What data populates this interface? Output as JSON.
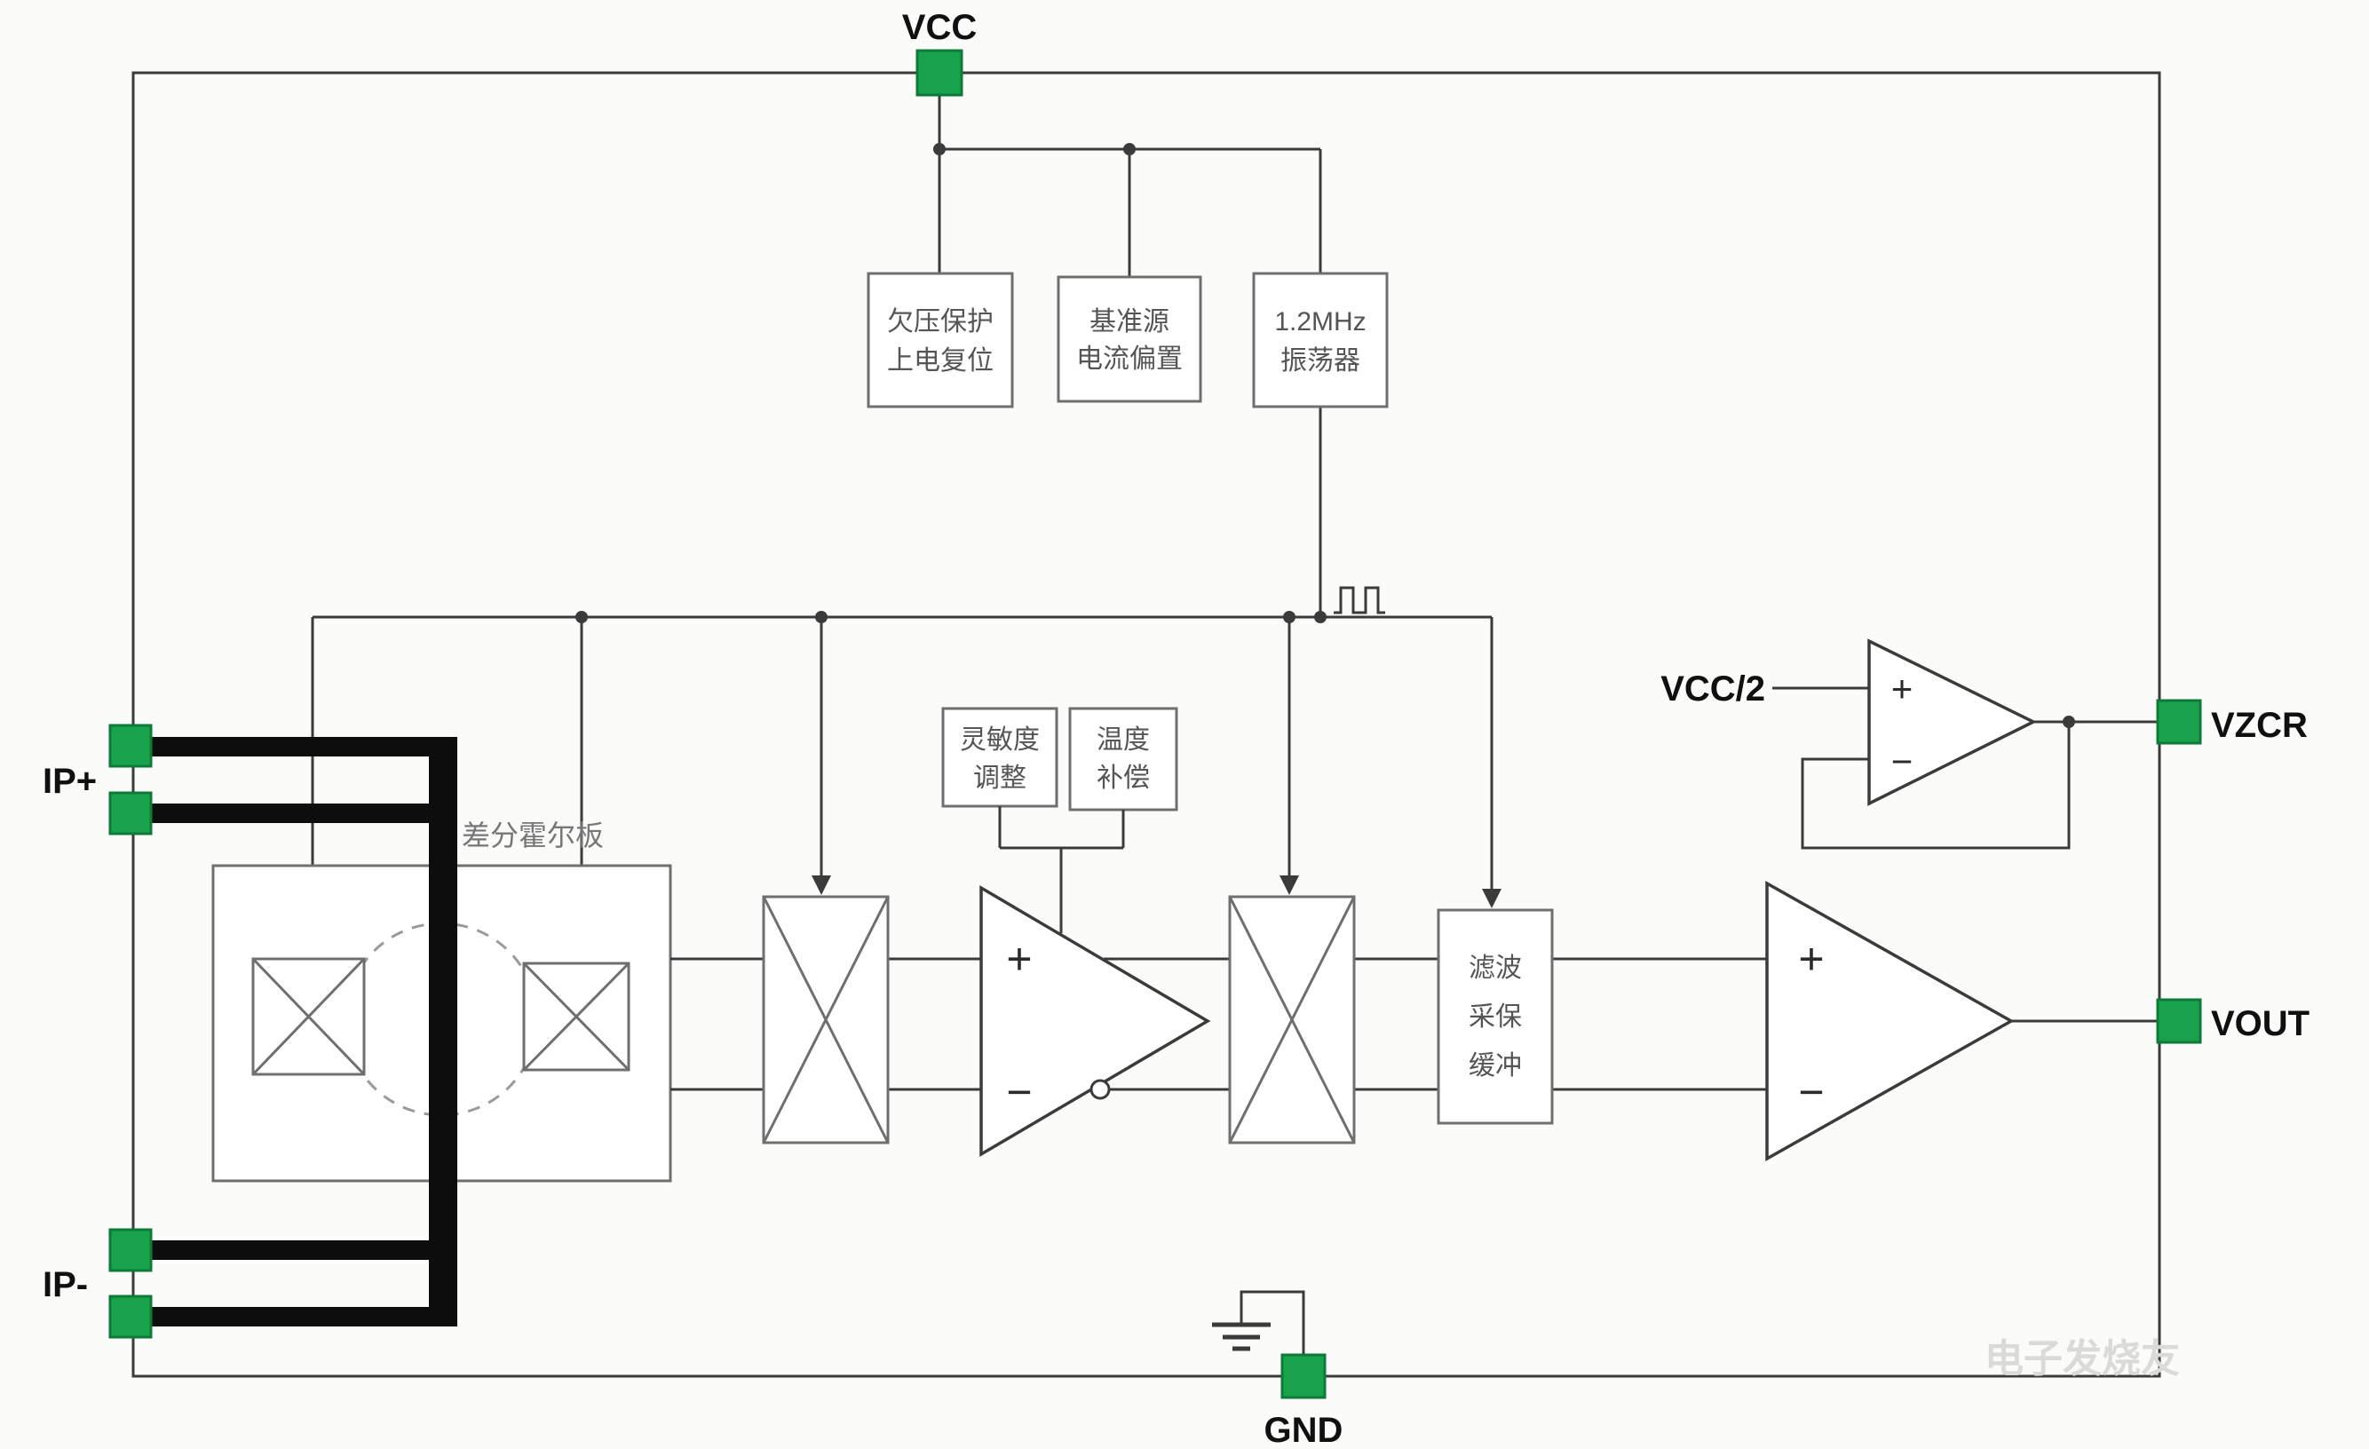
{
  "diagram": {
    "pins": {
      "vcc": {
        "label": "VCC"
      },
      "gnd": {
        "label": "GND"
      },
      "ip_plus": {
        "label": "IP+"
      },
      "ip_minus": {
        "label": "IP-"
      },
      "vzcr": {
        "label": "VZCR"
      },
      "vout": {
        "label": "VOUT"
      }
    },
    "nets": {
      "vcc_half": "VCC/2"
    },
    "blocks": {
      "uvlo": {
        "lines": [
          "欠压保护",
          "上电复位"
        ]
      },
      "bias": {
        "lines": [
          "基准源",
          "电流偏置"
        ]
      },
      "oscillator": {
        "lines": [
          "1.2MHz",
          "振荡器"
        ]
      },
      "sensitivity": {
        "lines": [
          "灵敏度",
          "调整"
        ]
      },
      "temperature": {
        "lines": [
          "温度",
          "补偿"
        ]
      },
      "filter": {
        "lines": [
          "滤波",
          "采保",
          "缓冲"
        ]
      },
      "hall_plate": {
        "label": "差分霍尔板"
      }
    },
    "symbols": {
      "plus": "+",
      "minus": "−"
    },
    "watermark": "电子发烧友",
    "colors": {
      "pin_fill": "#18a24b",
      "pin_border": "#0e7a38",
      "wire": "#3b3b3b",
      "thick_conductor": "#0d0d0d",
      "box_border": "#6f6f6f",
      "box_text": "#555555",
      "background": "#fbfbfa"
    }
  }
}
